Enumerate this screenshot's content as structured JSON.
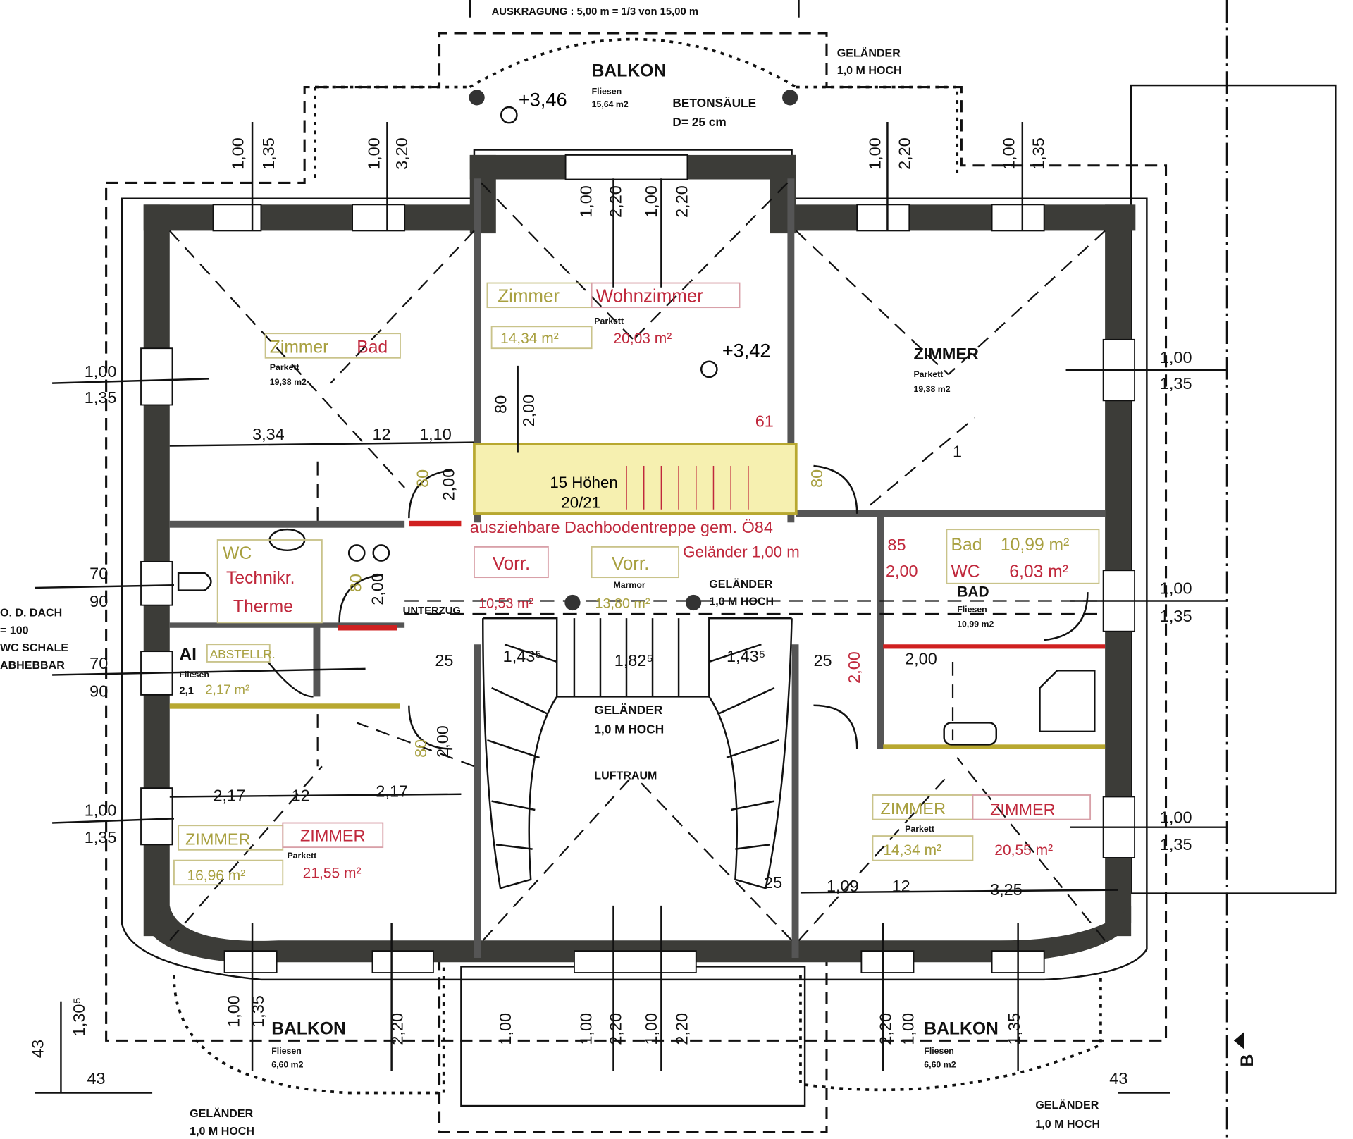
{
  "title_note": "AUSKRAGUNG : 5,00 m = 1/3 von 15,00 m",
  "balcony_top": {
    "label": "BALKON",
    "floor": "Fliesen",
    "area": "15,64 m2",
    "level": "+3,46",
    "column": "BETONSÄULE",
    "column_dim": "D= 25 cm"
  },
  "railing": {
    "label": "GELÄNDER",
    "height": "1,0 M HOCH"
  },
  "rooms": {
    "nw": {
      "old": "Zimmer",
      "new": "Bad",
      "floor": "Parkett",
      "area": "19,38 m2"
    },
    "n": {
      "old": "Zimmer",
      "new": "Wohnzimmer",
      "floor": "Parkett",
      "old_area": "14,34 m²",
      "new_area": "20,03 m²",
      "level": "+3,42"
    },
    "ne": {
      "label": "ZIMMER",
      "floor": "Parkett",
      "area": "19,38 m2"
    },
    "wc": {
      "old": "WC",
      "new1": "Technikr.",
      "new2": "Therme"
    },
    "storage": {
      "mark": "AI",
      "old": "ABSTELLR.",
      "floor": "Fliesen",
      "area": "2,1",
      "new_area": "2,17 m²"
    },
    "stair": {
      "steps": "15 Höhen",
      "ratio": "20/21",
      "note": "ausziehbare Dachbodentreppe gem. Ö84",
      "railing": "Geländer 1,00 m"
    },
    "hall1": {
      "label": "Vorr.",
      "area": "10,53 m²"
    },
    "hall2": {
      "label": "Vorr.",
      "floor": "Marmor",
      "area": "13,80 m²"
    },
    "hall_railing": {
      "label": "GELÄNDER",
      "height": "1,0 M HOCH"
    },
    "bath": {
      "l1": "Bad",
      "a1": "10,99 m²",
      "l2": "WC",
      "a2": "6,03 m²",
      "old": "BAD",
      "floor": "Fliesen",
      "area": "10,99 m2"
    },
    "sw": {
      "old": "ZIMMER",
      "new": "ZIMMER",
      "floor": "Parkett",
      "old_area": "16,96 m²",
      "new_area": "21,55 m²"
    },
    "se": {
      "old": "ZIMMER",
      "new": "ZIMMER",
      "floor": "Parkett",
      "old_area": "14,34 m²",
      "new_area": "20,55 m²"
    },
    "void": {
      "railing": "GELÄNDER",
      "height": "1,0 M HOCH",
      "label": "LUFTRAUM"
    },
    "beam": "UNTERZUG",
    "balcony_sw": {
      "label": "BALKON",
      "floor": "Fliesen",
      "area": "6,60 m2"
    },
    "balcony_se": {
      "label": "BALKON",
      "floor": "Fliesen",
      "area": "6,60 m2"
    }
  },
  "side_notes": [
    "O. D. DACH",
    "= 100",
    "WC SCHALE",
    "ABHEBBAR"
  ],
  "section_marker": "B",
  "dims": [
    "1,00",
    "1,35",
    "1,00",
    "3,20",
    "1,00",
    "2,20",
    "1,00",
    "2,20",
    "1,00",
    "2,20",
    "1,00",
    "1,35",
    "1,00",
    "1,35",
    "70",
    "90",
    "70",
    "90",
    "1,00",
    "1,35",
    "1,00",
    "1,35",
    "1,00",
    "1,35",
    "1,00",
    "1,35",
    "3,34",
    "12",
    "1,10",
    "2,17",
    "12",
    "2,17",
    "1,09",
    "12",
    "3,25",
    "61",
    "1,43⁵",
    "1,82⁵",
    "1,43⁵",
    "2,00",
    "85",
    "2,00",
    "80",
    "2,00",
    "1,00",
    "1,00",
    "2,20",
    "1,00",
    "2,20",
    "1,00",
    "1,35",
    "2,20",
    "2,20",
    "1,00",
    "1,35",
    "43",
    "1,30⁵",
    "43",
    "43",
    "1",
    "80",
    "2,00",
    "80",
    "2,00",
    "80",
    "2,00",
    "80",
    "2,00",
    "25",
    "25",
    "25"
  ]
}
